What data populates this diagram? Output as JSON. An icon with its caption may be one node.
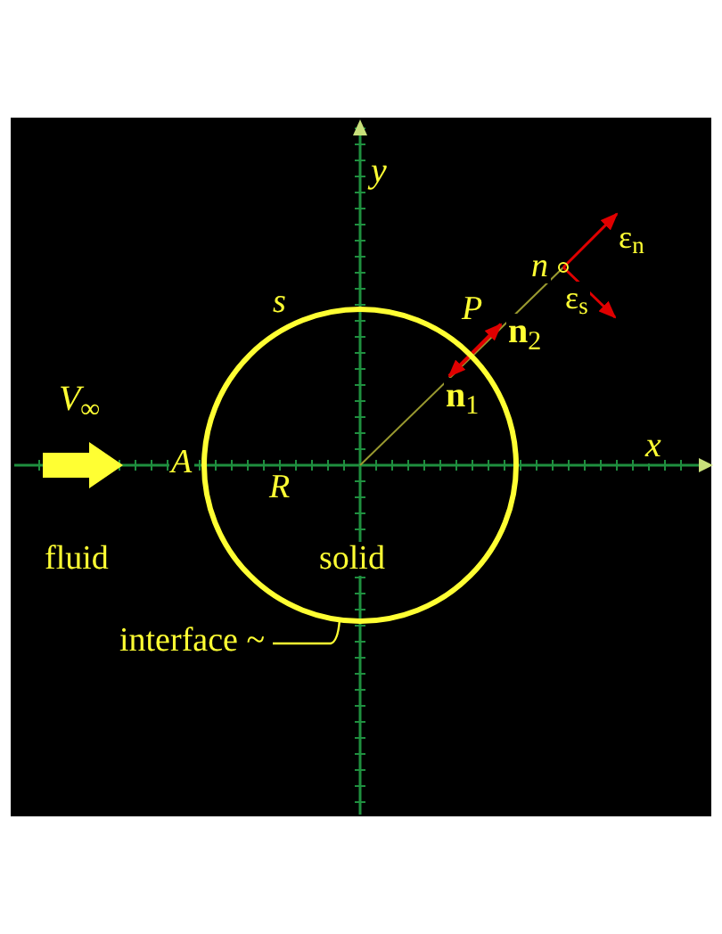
{
  "diagram": {
    "nodes": [
      {
        "text": [
          "interface ~"
        ]
      },
      {
        "text": [],
        "shape": "circle"
      }
    ],
    "edges": [
      {
        "from": 0,
        "to": 1,
        "arrow": "none"
      }
    ],
    "labels": [
      "y",
      "s",
      "P",
      "n",
      "ε$_{n}$",
      "ε$_{s}$",
      "**n**$_{2}$",
      "**n**$_{1}$",
      "V$_{∞}$",
      "A",
      "R",
      "x",
      "fluid",
      "solid"
    ]
  }
}
